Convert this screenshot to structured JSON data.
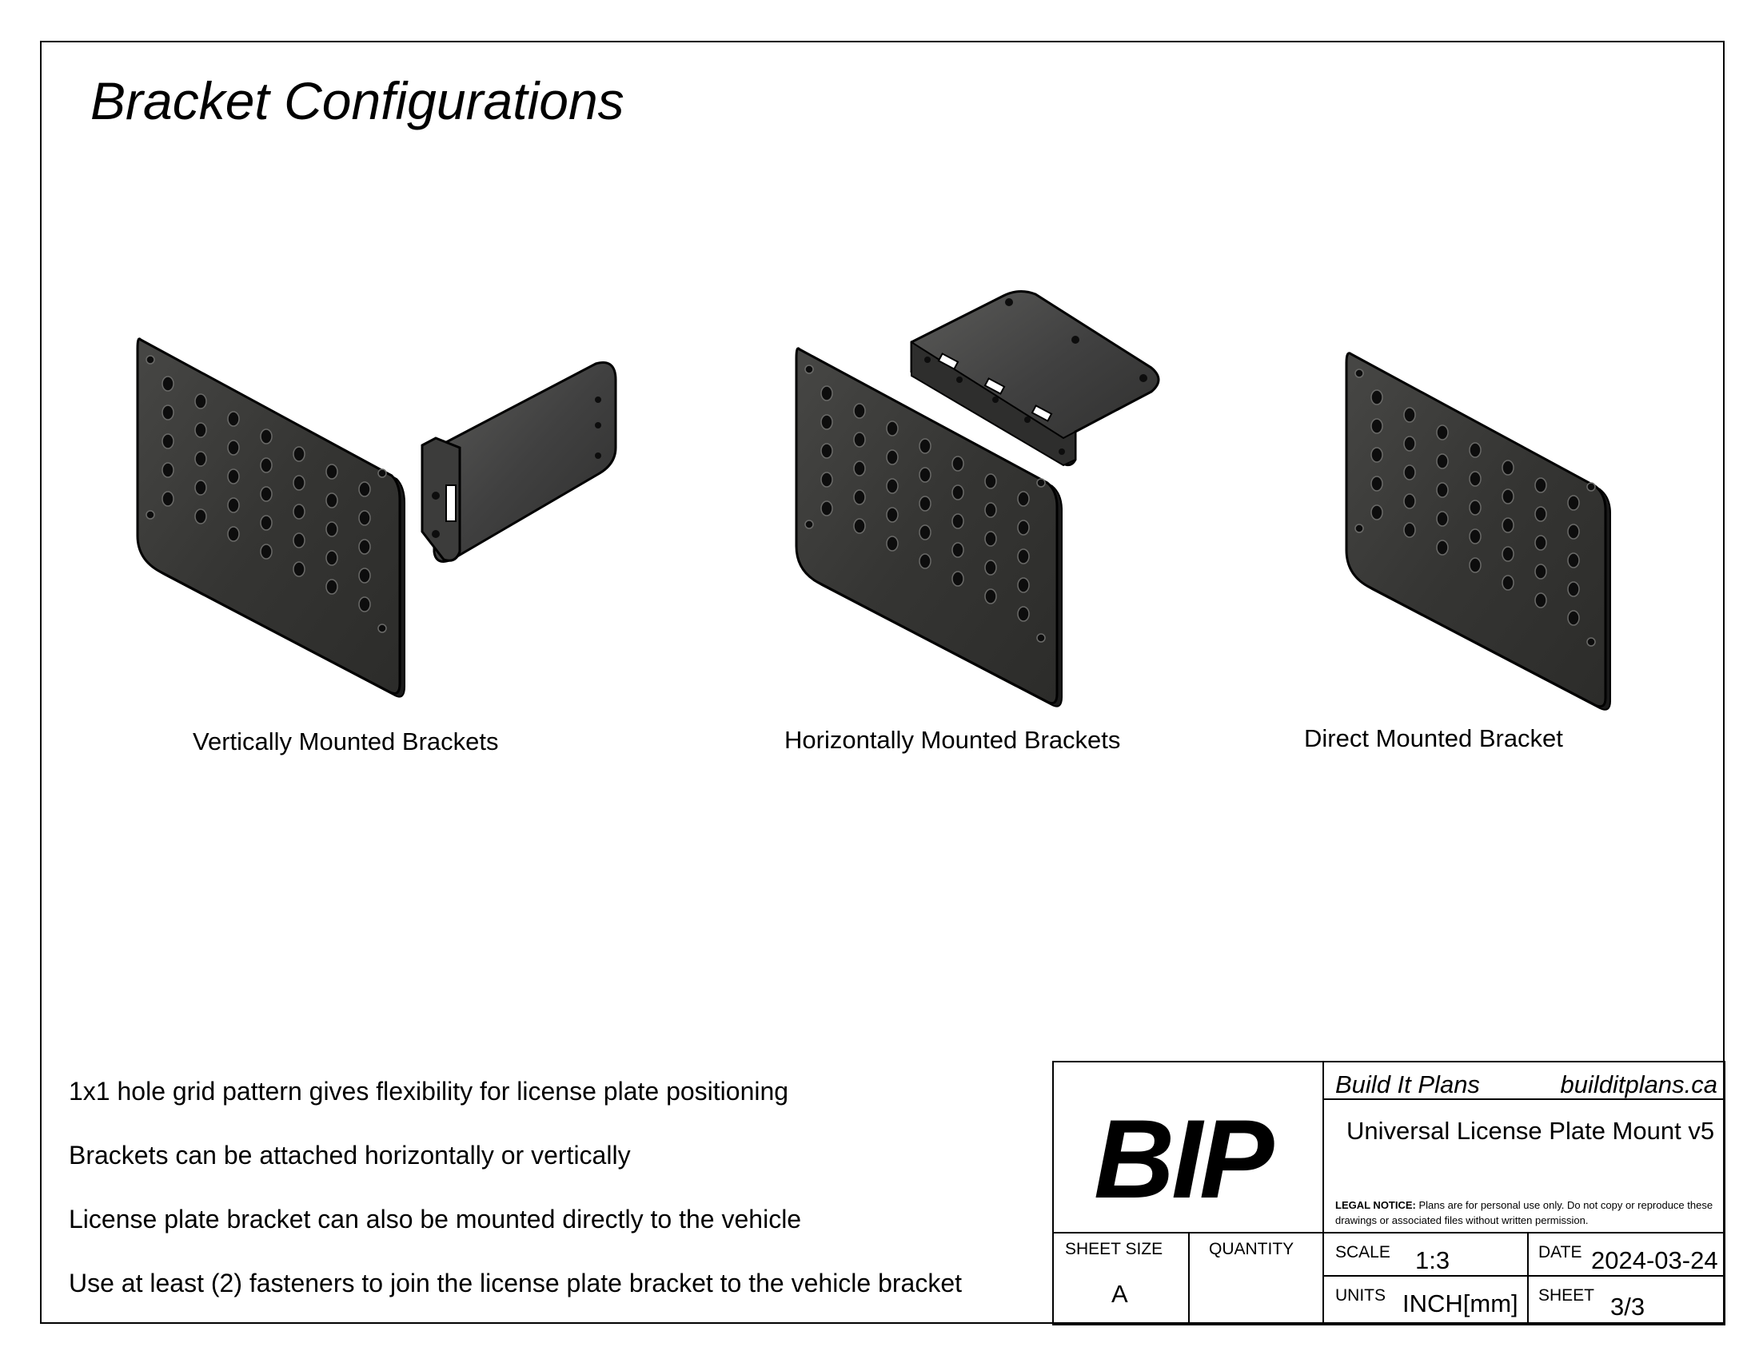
{
  "title": "Bracket Configurations",
  "captions": {
    "vertical": "Vertically Mounted Brackets",
    "horizontal": "Horizontally Mounted Brackets",
    "direct": "Direct Mounted Bracket"
  },
  "notes": [
    "1x1 hole grid pattern gives flexibility for license plate positioning",
    "Brackets can be attached horizontally or vertically",
    "License plate bracket can also be mounted directly to the vehicle",
    "Use at least (2) fasteners to join the license plate bracket to the vehicle bracket"
  ],
  "title_block": {
    "logo_text": "BIP",
    "company": "Build It Plans",
    "website": "builditplans.ca",
    "project_title": "Universal License Plate Mount v5",
    "legal_label": "LEGAL NOTICE:",
    "legal_text": "Plans are for personal use only. Do not copy or reproduce these drawings or associated files without written permission.",
    "sheet_size_label": "SHEET SIZE",
    "sheet_size_value": "A",
    "quantity_label": "QUANTITY",
    "quantity_value": "",
    "scale_label": "SCALE",
    "scale_value": "1:3",
    "date_label": "DATE",
    "date_value": "2024-03-24",
    "units_label": "UNITS",
    "units_value": "INCH[mm]",
    "sheet_label": "SHEET",
    "sheet_value": "3/3"
  },
  "colors": {
    "plate": "#3a3a38",
    "plate_edge": "#111111",
    "hole": "#0c0c0c"
  }
}
